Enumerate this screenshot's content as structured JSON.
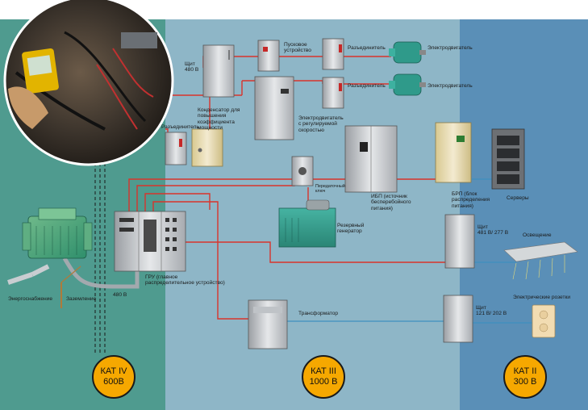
{
  "colors": {
    "zone_cat4": "#4f9b8f",
    "zone_cat3": "#8eb6c7",
    "zone_cat2": "#5a8fb7",
    "power_line": "#d8342c",
    "data_line": "#3f8fbf",
    "badge_fill": "#f6a800"
  },
  "categories": [
    {
      "label": "КАТ IV\n600В"
    },
    {
      "label": "КАТ III\n1000 В"
    },
    {
      "label": "КАТ II\n300 В"
    }
  ],
  "labels": {
    "shield_480": "Щит\n480 В",
    "starter": "Пусковое\nустройство",
    "disconnector_1": "Разъединитель",
    "motor_1": "Электродвигатель",
    "disconnector_2": "Разъединитель",
    "motor_2": "Электродвигатель",
    "capacitor": "Конденсатор для\nповышения\nкоэффициента\nмощности",
    "disconnector_3": "Разъединитель",
    "vsd_motor": "Электродвигатель\nс регулируемой\nскоростью",
    "transfer_switch": "Передаточный\nключ",
    "ups": "ИБП (источник\nбесперебойного\nпитания)",
    "pdu": "БРП (блок\nраспределения\nпитания)",
    "servers": "Серверы",
    "generator": "Резервный\nгенератор",
    "shield_481": "Щит\n481 В/ 277 В",
    "lighting": "Освещение",
    "main_switchboard": "ГРУ (главное\nраспределительное устройство)",
    "power_supply": "Энергоснабжение",
    "grounding": "Заземление",
    "volt_480": "480 В",
    "transformer": "Трансформатор",
    "shield_121": "Щит\n121 В/ 202 В",
    "outlets": "Электрические розетки"
  }
}
